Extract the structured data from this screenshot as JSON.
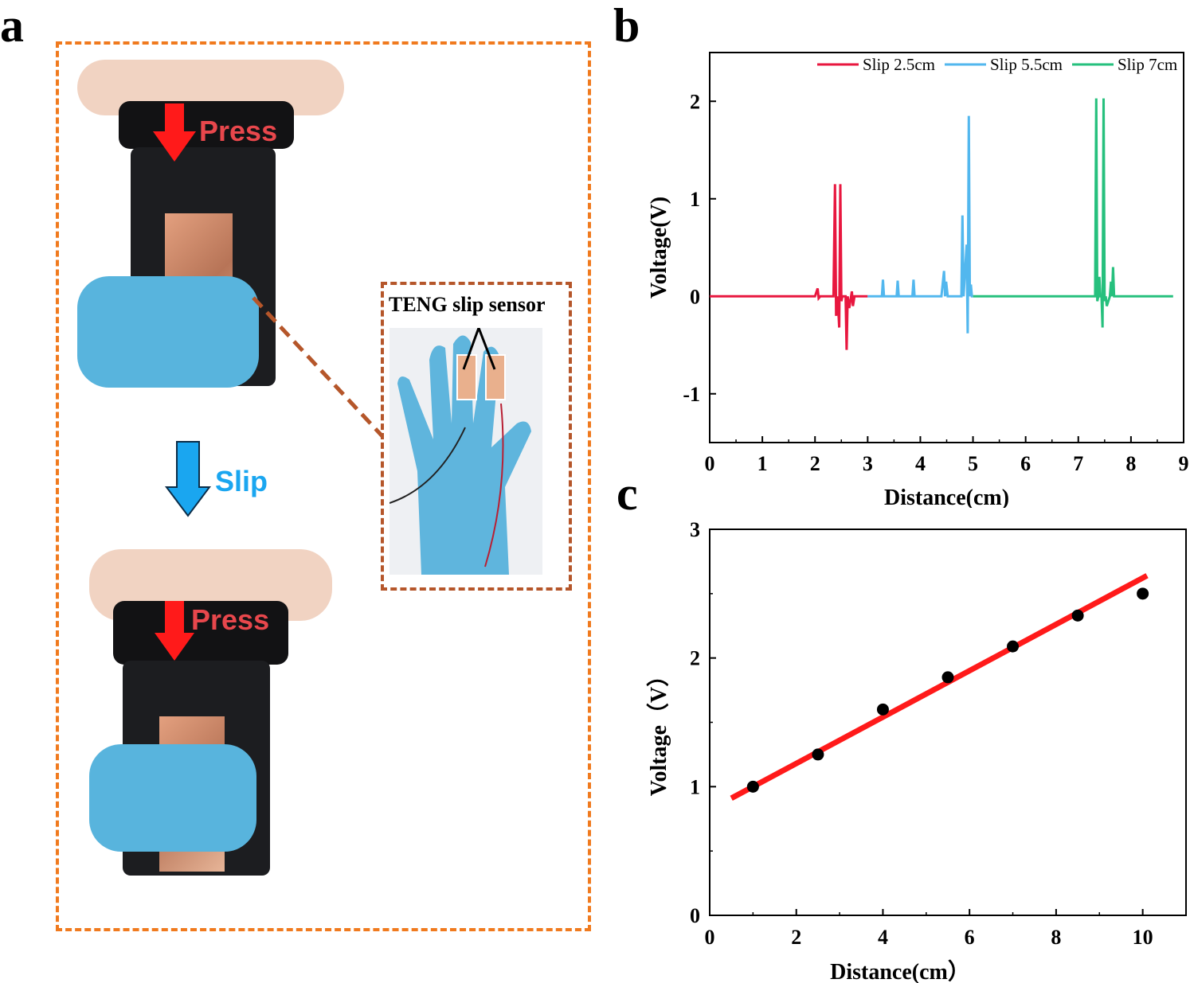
{
  "panel_letters": {
    "a": "a",
    "b": "b",
    "c": "c"
  },
  "panel_a": {
    "arrow_top": "Press",
    "arrow_middle": "Slip",
    "arrow_bottom": "Press",
    "sensor_label": "TENG slip sensor",
    "colors": {
      "outer_border": "#f07a1e",
      "inner_border": "#b5562a",
      "press": "#ff1a1a",
      "slip": "#1aa6f0",
      "press_text": "#e8474c",
      "slip_text": "#1aa6f0"
    }
  },
  "chart_data": [
    {
      "type": "line",
      "xlabel": "Distance(cm)",
      "ylabel": "Voltage(V)",
      "xlim": [
        0,
        9
      ],
      "ylim": [
        -1.5,
        2.5
      ],
      "xticks": [
        "0",
        "1",
        "2",
        "3",
        "4",
        "5",
        "6",
        "7",
        "8",
        "9"
      ],
      "yticks": [
        "-1",
        "0",
        "1",
        "2"
      ],
      "legend_position": "top-right",
      "series": [
        {
          "name": "Slip 2.5cm",
          "color": "#e8173f",
          "x": [
            0,
            2.0,
            2.05,
            2.07,
            2.1,
            2.35,
            2.38,
            2.4,
            2.43,
            2.46,
            2.48,
            2.5,
            2.52,
            2.58,
            2.6,
            2.62,
            2.65,
            2.7,
            2.72,
            2.75,
            3.0
          ],
          "y": [
            0,
            0,
            0.08,
            -0.02,
            0,
            0,
            1.15,
            -0.2,
            0,
            -0.32,
            1.15,
            -0.05,
            0,
            0,
            -0.55,
            0,
            -0.12,
            0.05,
            -0.1,
            0,
            0
          ]
        },
        {
          "name": "Slip 5.5cm",
          "color": "#52b7ee",
          "x": [
            3.0,
            3.27,
            3.29,
            3.31,
            3.55,
            3.57,
            3.59,
            3.85,
            3.87,
            3.89,
            4.4,
            4.45,
            4.47,
            4.49,
            4.52,
            4.54,
            4.78,
            4.8,
            4.82,
            4.88,
            4.9,
            4.92,
            4.94,
            4.96,
            4.98,
            5.0
          ],
          "y": [
            0,
            0,
            0.17,
            0,
            0,
            0.16,
            0,
            0,
            0.17,
            0,
            0,
            0.26,
            0,
            0.15,
            0,
            0,
            0,
            0.83,
            0,
            0.53,
            -0.38,
            1.85,
            0,
            0.12,
            0,
            0
          ]
        },
        {
          "name": "Slip 7cm",
          "color": "#26c07d",
          "x": [
            5.0,
            7.3,
            7.32,
            7.34,
            7.36,
            7.38,
            7.4,
            7.42,
            7.44,
            7.46,
            7.48,
            7.5,
            7.52,
            7.54,
            7.6,
            7.62,
            7.64,
            7.66,
            7.68,
            7.7,
            8.8
          ],
          "y": [
            0,
            0,
            0,
            2.03,
            -0.05,
            0,
            0.2,
            0,
            0,
            -0.32,
            2.03,
            -0.05,
            0,
            -0.1,
            0,
            0.15,
            0,
            0.3,
            0,
            0,
            0
          ]
        }
      ]
    },
    {
      "type": "scatter",
      "xlabel": "Distance(cm）",
      "ylabel": "Voltage（V）",
      "xlim": [
        0,
        11
      ],
      "ylim": [
        0,
        3
      ],
      "xticks": [
        "0",
        "2",
        "4",
        "6",
        "8",
        "10"
      ],
      "yticks": [
        "0",
        "1",
        "2",
        "3"
      ],
      "points": {
        "x": [
          1,
          2.5,
          4,
          5.5,
          7,
          8.5,
          10
        ],
        "y": [
          1.0,
          1.25,
          1.6,
          1.85,
          2.09,
          2.33,
          2.5
        ]
      },
      "fit_line": {
        "x": [
          0.5,
          10.1
        ],
        "y": [
          0.91,
          2.64
        ],
        "color": "#ff1a1a"
      }
    }
  ]
}
